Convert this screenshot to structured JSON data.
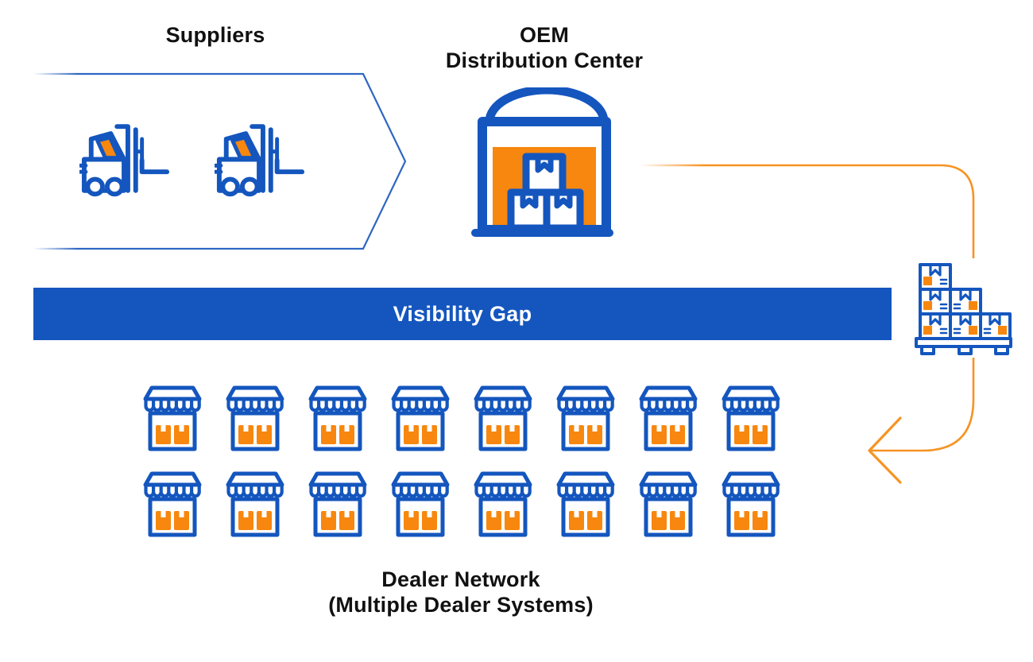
{
  "colors": {
    "blue": "#1456BE",
    "orange": "#F7870E",
    "flow_orange": "#F79323",
    "chevron_stroke": "#2E66C2",
    "text": "#111111",
    "background": "#FFFFFF"
  },
  "suppliers": {
    "label": "Suppliers",
    "forklift_count": 2
  },
  "oem": {
    "label_line1": "OEM",
    "label_line2": "Distribution Center"
  },
  "visibility_gap": {
    "label": "Visibility Gap"
  },
  "dealer_network": {
    "label_line1": "Dealer Network",
    "label_line2": "(Multiple Dealer Systems)",
    "rows": 2,
    "stores_per_row": 8
  },
  "icons": {
    "forklift": "forklift-icon",
    "warehouse": "warehouse-icon",
    "pallet": "pallet-boxes-icon",
    "storefront": "storefront-icon",
    "flow_arrow": "flow-arrow"
  }
}
